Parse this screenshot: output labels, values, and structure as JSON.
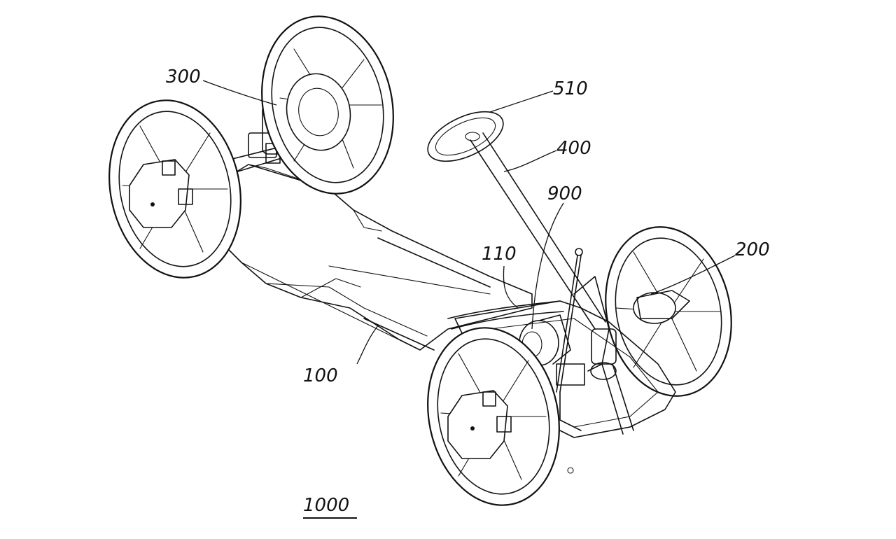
{
  "figure": {
    "labels": {
      "l300": "300",
      "l510": "510",
      "l400": "400",
      "l900": "900",
      "l200": "200",
      "l110": "110",
      "l100": "100",
      "l1000": "1000"
    }
  }
}
